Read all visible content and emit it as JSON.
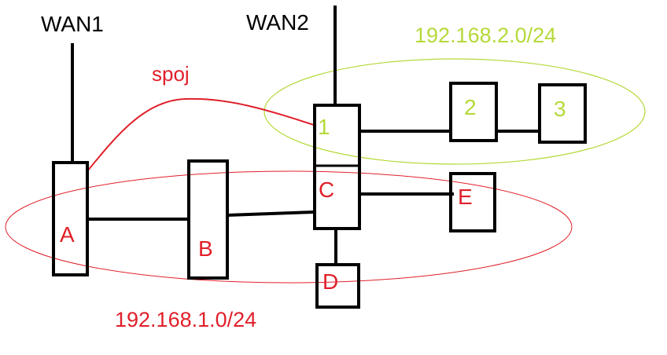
{
  "colors": {
    "line": "#000000",
    "red": "#e0202a",
    "green": "#b5d93a"
  },
  "labels": {
    "wan1": "WAN1",
    "wan2": "WAN2",
    "link": "spoj",
    "net1": "192.168.1.0/24",
    "net2": "192.168.2.0/24"
  },
  "nodes": {
    "a": "A",
    "b": "B",
    "c": "C",
    "c_top": "1",
    "d": "D",
    "e": "E",
    "n2": "2",
    "n3": "3"
  }
}
